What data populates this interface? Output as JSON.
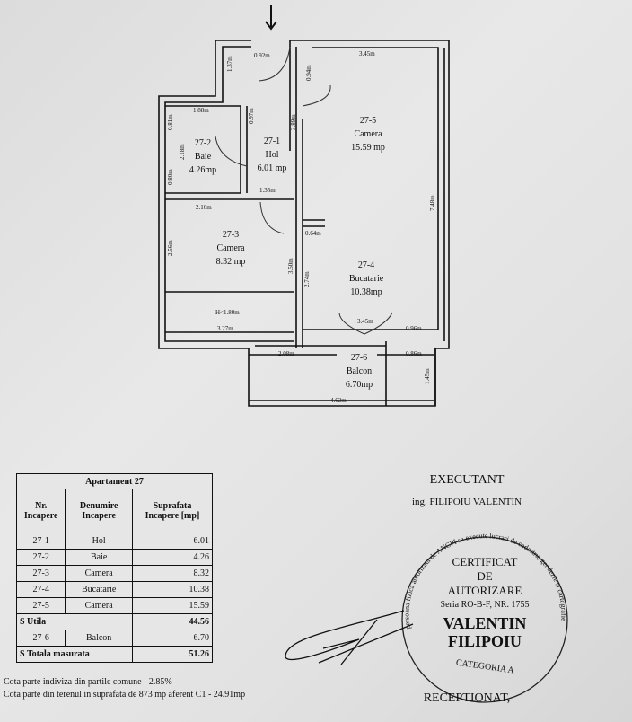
{
  "plan": {
    "rooms": [
      {
        "id": "27-1",
        "name": "Hol",
        "area": "6.01 mp"
      },
      {
        "id": "27-2",
        "name": "Baie",
        "area": "4.26mp"
      },
      {
        "id": "27-3",
        "name": "Camera",
        "area": "8.32 mp"
      },
      {
        "id": "27-4",
        "name": "Bucatarie",
        "area": "10.38mp"
      },
      {
        "id": "27-5",
        "name": "Camera",
        "area": "15.59 mp"
      },
      {
        "id": "27-6",
        "name": "Balcon",
        "area": "6.70mp"
      }
    ],
    "dims": [
      "0.92m",
      "1.37m",
      "3.45m",
      "0.94m",
      "1.88m",
      "0.97m",
      "0.81m",
      "2.18m",
      "0.80m",
      "3.89m",
      "1.35m",
      "7.48m",
      "2.16m",
      "0.64m",
      "2.56m",
      "3.50m",
      "2.74m",
      "H<1.80m",
      "3.27m",
      "3.45m",
      "0.96m",
      "2.08m",
      "0.86m",
      "1.45m",
      "4.62m"
    ]
  },
  "table": {
    "title": "Apartament 27",
    "headers": [
      "Nr. Incapere",
      "Denumire Incapere",
      "Suprafata Incapere [mp]"
    ],
    "rows": [
      [
        "27-1",
        "Hol",
        "6.01"
      ],
      [
        "27-2",
        "Baie",
        "4.26"
      ],
      [
        "27-3",
        "Camera",
        "8.32"
      ],
      [
        "27-4",
        "Bucatarie",
        "10.38"
      ],
      [
        "27-5",
        "Camera",
        "15.59"
      ]
    ],
    "s_utila": {
      "label": "S Utila",
      "value": "44.56"
    },
    "balcony_row": [
      "27-6",
      "Balcon",
      "6.70"
    ],
    "s_totala": {
      "label": "S Totala masurata",
      "value": "51.26"
    }
  },
  "notes": [
    "Cota parte indiviza din partile comune - 2.85%",
    "Cota parte din terenul in suprafata de 873 mp aferent C1 - 24.91mp"
  ],
  "executant": {
    "title": "EXECUTANT",
    "name": "ing. FILIPOIU VALENTIN"
  },
  "stamp": {
    "ring_text": "persoana fizica autorizata de ANCPI sa execute lucrari de cadastru, geodezie si cartografie",
    "lines": [
      "CERTIFICAT",
      "DE",
      "AUTORIZARE",
      "Seria RO-B-F, NR. 1755",
      "VALENTIN",
      "FILIPOIU"
    ],
    "category": "CATEGORIA A"
  },
  "receptionat": "RECEPTIONAT,"
}
